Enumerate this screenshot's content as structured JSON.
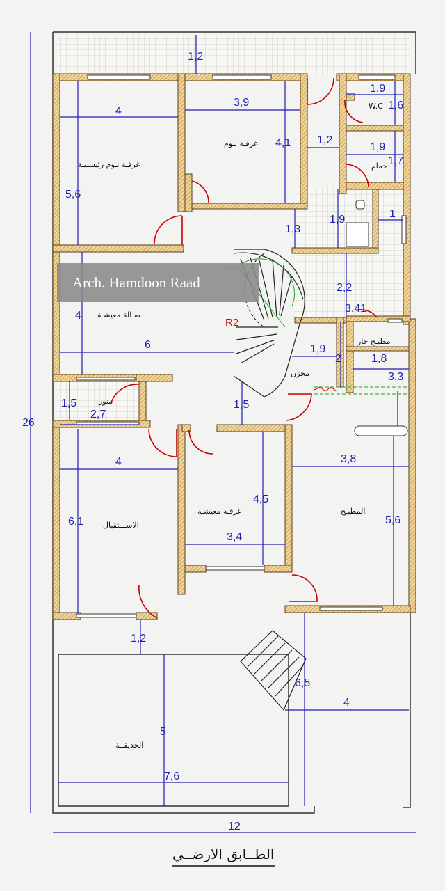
{
  "watermark": "Arch. Hamdoon Raad",
  "title": "الطــابق الارضــي",
  "rooms": {
    "master_bedroom": "غرفـة نـوم رئيسـيـة",
    "bedroom": "غرفـة نـوم",
    "wc": "W.C",
    "bathroom": "حمام",
    "living_hall": "صـالة معيشـة",
    "hot_kitchen": "مطبـخ حار",
    "storage": "مخزن",
    "light_well": "منور",
    "reception": "الاســـتقبال",
    "living_room": "غرفـة معيشـة",
    "kitchen": "المطبـخ",
    "garden": "الحديقــة"
  },
  "dims": {
    "setback_top": "1,2",
    "master_width": "4",
    "master_depth": "5,6",
    "bed_width": "3,9",
    "bed_depth": "4,1",
    "corridor": "1,2",
    "wc_width": "1,9",
    "wc_depth": "1,6",
    "bath_width": "1,9",
    "bath_depth": "1,7",
    "stair_depth": "1,9",
    "stair_width": "1",
    "corr_width": "1,3",
    "hall_depth": "4",
    "hall_width": "6",
    "hall_gap": "2,2",
    "hot_kitchen_depth": "3,41",
    "store_width": "1,9",
    "store_depth": "2",
    "hot_kitchen_width": "1,8",
    "kitchen_gap": "3,3",
    "well_depth": "1,5",
    "well_width": "2,7",
    "passage": "1,5",
    "reception_width": "4",
    "reception_depth": "6,1",
    "living_depth": "4,5",
    "living_width": "3,4",
    "kitchen_width": "3,8",
    "kitchen_depth": "5,6",
    "entry_setback": "1,2",
    "garden_depth": "5",
    "garden_width": "7,6",
    "front_depth": "6,5",
    "front_width": "4",
    "total_depth": "26",
    "total_width": "12"
  },
  "stair_radius": "R2"
}
